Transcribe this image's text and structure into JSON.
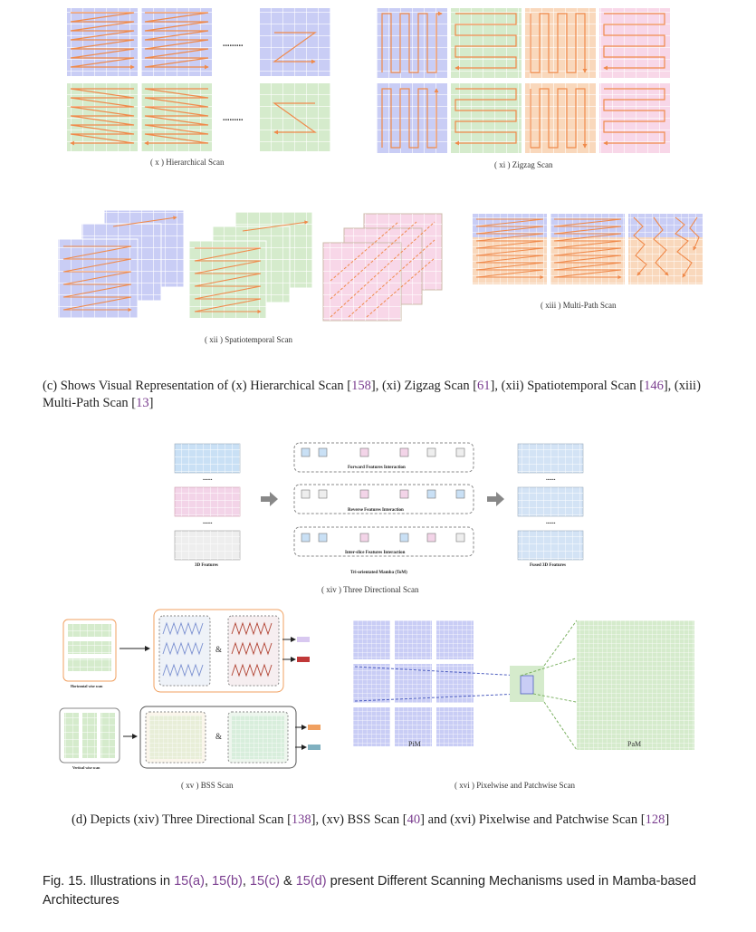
{
  "panel_x_caption": "( x ) Hierarchical Scan",
  "panel_xi_caption": "( xi ) Zigzag Scan",
  "panel_xii_caption": "( xii ) Spatiotemporal Scan",
  "panel_xiii_caption": "( xiii ) Multi-Path Scan",
  "paragraph_c": {
    "lead": "(c) Shows Visual Representation of (x) Hierarchical Scan [",
    "ref1": "158",
    "t1": "], (xi) Zigzag Scan [",
    "ref2": "61",
    "t2": "], (xii) Spatiotemporal Scan [",
    "ref3": "146",
    "t3": "], (xiii) Multi-Path Scan [",
    "ref4": "13",
    "t4": "]"
  },
  "xiv": {
    "forward": "Forward Features Interaction",
    "reverse": "Reverse Features Interaction",
    "interslice": "Inter-slice Features Interaction",
    "features_3d": "3D Features",
    "tom": "Tri-orientated Mamba (ToM)",
    "fused": "Fused 3D Features",
    "caption": "( xiv ) Three Directional Scan"
  },
  "xv": {
    "horizontal": "Horizontal wise scan",
    "vertical": "Vertical wise scan",
    "amp": "&",
    "caption": "( xv )  BSS Scan"
  },
  "xvi": {
    "pim": "PiM",
    "pam": "PaM",
    "caption": "( xvi ) Pixelwise and Patchwise Scan"
  },
  "paragraph_d": {
    "lead": "(d) Depicts (xiv) Three Directional Scan [",
    "ref1": "138",
    "t1": "], (xv) BSS Scan [",
    "ref2": "40",
    "t2": "] and (xvi) Pixelwise and Patchwise Scan [",
    "ref3": "128",
    "t3": "]"
  },
  "figure_caption": {
    "lead": "Fig. 15.  Illustrations in ",
    "ref1": "15(a)",
    "s1": ", ",
    "ref2": "15(b)",
    "s2": ", ",
    "ref3": "15(c)",
    "s3": " & ",
    "ref4": "15(d)",
    "tail": " present Different Scanning Mechanisms used in Mamba-based Architectures"
  },
  "ellipsis": ".........",
  "dots_small": "......",
  "colors": {
    "blue": "#c9cdf5",
    "green": "#d5ebcc",
    "orange": "#f9d8bc",
    "pink": "#f8d7e8",
    "arrow": "#f08a4b"
  }
}
